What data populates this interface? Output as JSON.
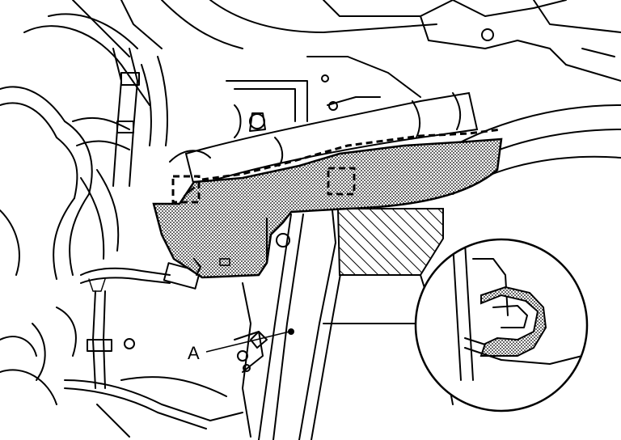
{
  "diagram": {
    "callout_label": "A",
    "colors": {
      "ink": "#000000",
      "background": "#ffffff"
    },
    "icons": [
      "clip-location-marker",
      "clip-location-marker",
      "clip-detail-magnifier"
    ]
  }
}
